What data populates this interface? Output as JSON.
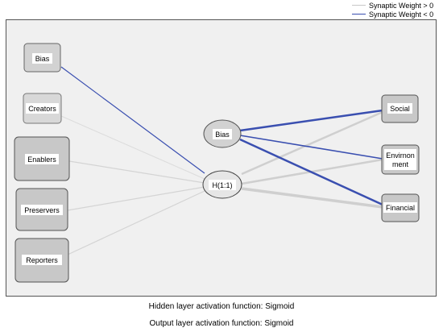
{
  "legend": {
    "positive_label": "Synaptic Weight > 0",
    "negative_label": "Synaptic Weight < 0",
    "positive_color": "#c8c8c8",
    "negative_color": "#3a4fb0"
  },
  "nodes": {
    "input_bias": "Bias",
    "creators": "Creators",
    "enablers": "Enablers",
    "preservers": "Preservers",
    "reporters": "Reporters",
    "hidden_bias": "Bias",
    "hidden_unit": "H(1:1)",
    "social": "Social",
    "environment_line1": "Envirnon",
    "environment_line2": "ment",
    "financial": "Financial"
  },
  "connections": [
    {
      "from": "input_bias",
      "to": "hidden_unit",
      "sign": "negative",
      "weight": "thin"
    },
    {
      "from": "creators",
      "to": "hidden_unit",
      "sign": "positive",
      "weight": "thin"
    },
    {
      "from": "enablers",
      "to": "hidden_unit",
      "sign": "positive",
      "weight": "thin"
    },
    {
      "from": "preservers",
      "to": "hidden_unit",
      "sign": "positive",
      "weight": "thin"
    },
    {
      "from": "reporters",
      "to": "hidden_unit",
      "sign": "positive",
      "weight": "thin"
    },
    {
      "from": "hidden_bias",
      "to": "social",
      "sign": "negative",
      "weight": "thick"
    },
    {
      "from": "hidden_bias",
      "to": "environment",
      "sign": "negative",
      "weight": "medium"
    },
    {
      "from": "hidden_bias",
      "to": "financial",
      "sign": "negative",
      "weight": "thick"
    },
    {
      "from": "hidden_unit",
      "to": "social",
      "sign": "positive",
      "weight": "thick"
    },
    {
      "from": "hidden_unit",
      "to": "environment",
      "sign": "positive",
      "weight": "thick"
    },
    {
      "from": "hidden_unit",
      "to": "financial",
      "sign": "positive",
      "weight": "thick"
    }
  ],
  "captions": {
    "hidden_activation": "Hidden layer activation function: Sigmoid",
    "output_activation": "Output layer activation function: Sigmoid"
  }
}
